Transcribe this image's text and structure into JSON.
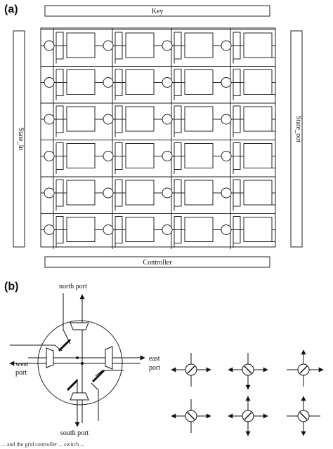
{
  "panel_a": {
    "label": "(a)",
    "key_label": "Key",
    "state_in_label": "State_in",
    "state_out_label": "State_out",
    "controller_label": "Controller"
  },
  "panel_b": {
    "label": "(b)",
    "north_port": "north port",
    "west_port_line1": "west",
    "west_port_line2": "port",
    "east_port_line1": "east",
    "east_port_line2": "port",
    "south_port": "south port"
  },
  "caption": "... and the grid controller ... switch ...",
  "grid": {
    "rows": 6,
    "columns": 4
  },
  "switch_configurations": [
    {
      "id": "config-1",
      "arrows": [
        "west",
        "east"
      ]
    },
    {
      "id": "config-2",
      "arrows": [
        "west",
        "east",
        "south"
      ]
    },
    {
      "id": "config-3",
      "arrows": [
        "north",
        "east"
      ]
    },
    {
      "id": "config-4",
      "arrows": [
        "west",
        "east"
      ]
    },
    {
      "id": "config-5",
      "arrows": [
        "north",
        "west",
        "east",
        "south"
      ]
    },
    {
      "id": "config-6",
      "arrows": [
        "north",
        "south"
      ]
    }
  ]
}
